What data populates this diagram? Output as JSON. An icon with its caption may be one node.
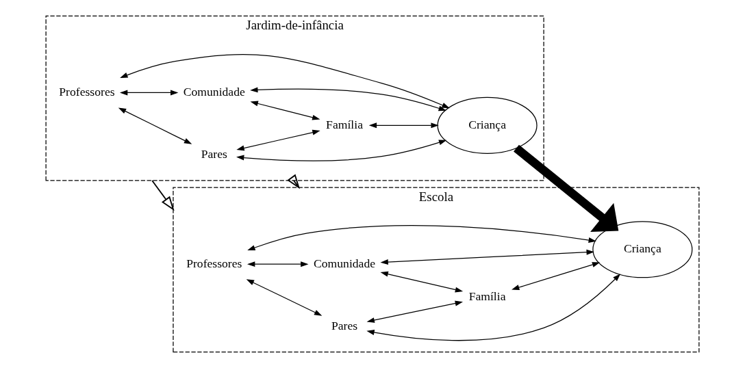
{
  "diagram": {
    "nodes": [
      {
        "text": [
          "Jardim-de-infância"
        ]
      },
      {
        "text": [
          "Professores"
        ],
        "in": 0
      },
      {
        "text": [
          "Pares"
        ],
        "in": 0
      },
      {
        "text": [
          "Criança"
        ],
        "in": 0
      },
      {
        "text": [
          "Comunidade"
        ],
        "in": 0
      },
      {
        "text": [
          "Família"
        ],
        "in": 0
      },
      {
        "text": [
          "Escola"
        ]
      },
      {
        "text": [
          "Professores"
        ],
        "in": 6
      },
      {
        "text": [
          "Pares"
        ],
        "in": 6
      },
      {
        "text": [
          "Criança"
        ],
        "in": 6
      },
      {
        "text": [
          "Comunidade"
        ],
        "in": 6
      },
      {
        "text": [
          "Família"
        ],
        "in": 6
      }
    ],
    "edges": [
      {
        "from": 0,
        "to": 6,
        "arrow": "to"
      },
      {
        "from": 1,
        "to": 2,
        "arrow": "both"
      },
      {
        "from": 1,
        "to": 3,
        "arrow": "both"
      },
      {
        "from": 2,
        "to": 3,
        "arrow": "both"
      },
      {
        "from": 1,
        "to": 4,
        "arrow": "both"
      },
      {
        "from": 2,
        "to": 5,
        "arrow": "both"
      },
      {
        "from": 4,
        "to": 3,
        "arrow": "both"
      },
      {
        "from": 5,
        "to": 3,
        "arrow": "both"
      },
      {
        "from": 4,
        "to": 5,
        "arrow": "both"
      },
      {
        "from": 3,
        "to": 9,
        "arrow": "to",
        "style": "thick"
      },
      {
        "from": 7,
        "to": 8,
        "arrow": "both"
      },
      {
        "from": 7,
        "to": 9,
        "arrow": "both"
      },
      {
        "from": 8,
        "to": 9,
        "arrow": "both"
      },
      {
        "from": 7,
        "to": 10,
        "arrow": "both"
      },
      {
        "from": 8,
        "to": 11,
        "arrow": "both"
      },
      {
        "from": 10,
        "to": 9,
        "arrow": "both"
      },
      {
        "from": 11,
        "to": 9,
        "arrow": "both"
      },
      {
        "from": 10,
        "to": 11,
        "arrow": "both"
      },
      {
        "from": 0,
        "to": 6,
        "arrow": "to"
      }
    ]
  }
}
